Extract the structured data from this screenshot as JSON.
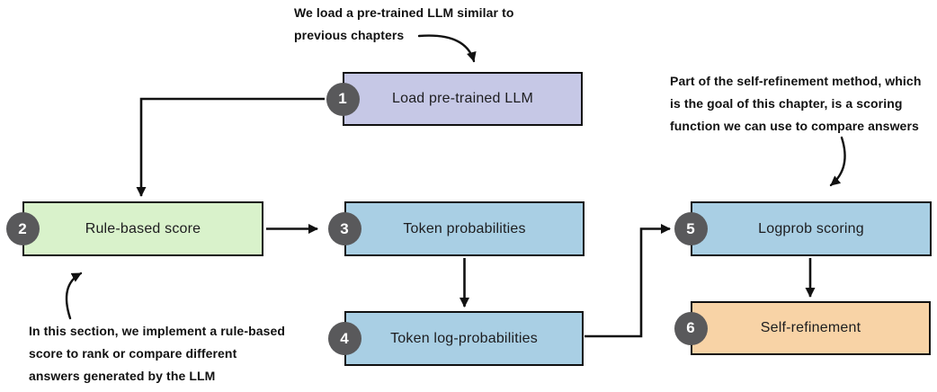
{
  "diagram": {
    "steps": [
      {
        "number": "1",
        "label": "Load pre-trained LLM",
        "fill": "#c6c8e6"
      },
      {
        "number": "2",
        "label": "Rule-based score",
        "fill": "#d9f2cb"
      },
      {
        "number": "3",
        "label": "Token probabilities",
        "fill": "#a9cfe4"
      },
      {
        "number": "4",
        "label": "Token log-probabilities",
        "fill": "#a9cfe4"
      },
      {
        "number": "5",
        "label": "Logprob scoring",
        "fill": "#a9cfe4"
      },
      {
        "number": "6",
        "label": "Self-refinement",
        "fill": "#f8d3a6"
      }
    ],
    "annotations": {
      "top": "We load a pre-trained LLM similar to\nprevious chapters",
      "right": "Part of the self-refinement method, which\nis the goal of this chapter, is a scoring\nfunction we can use to compare answers",
      "bottom_left": "In this section, we implement a rule-based\nscore to rank or compare different\nanswers generated by the LLM"
    },
    "colors": {
      "background": "#ffffff",
      "border": "#111111",
      "arrow": "#111111",
      "step_circle": "#59595b",
      "step_number_text": "#ffffff",
      "label_text": "#1d1d1f"
    }
  }
}
